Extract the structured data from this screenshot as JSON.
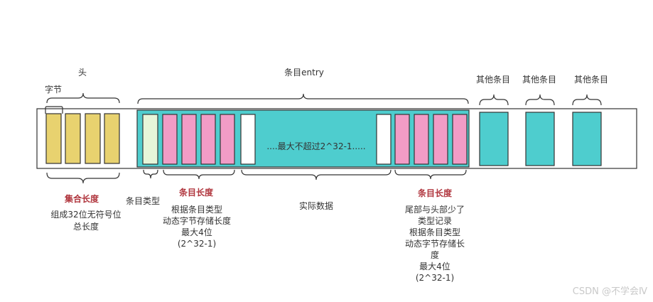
{
  "labels": {
    "head": "头",
    "byte": "字节",
    "entry": "条目entry",
    "other1": "其他条目",
    "other2": "其他条目",
    "other3": "其他条目",
    "inner_text": "....最大不超过2^32-1.....",
    "set_length_title": "集合长度",
    "set_length_desc": [
      "组成32位无符号位",
      "总长度"
    ],
    "entry_type": "条目类型",
    "entry_length_title": "条目长度",
    "entry_length_desc": [
      "根据条目类型",
      "动态字节存储长度",
      "最大4位",
      "(2^32-1)"
    ],
    "actual_data": "实际数据",
    "tail_length_title": "条目长度",
    "tail_length_desc": [
      "尾部与头部少了",
      "类型记录",
      "根据条目类型",
      "动态字节存储长",
      "度",
      "最大4位",
      "(2^32-1)"
    ]
  },
  "watermark": "CSDN @不学会Ⅳ",
  "colors": {
    "yellow": "#e8d26f",
    "teal": "#4ecdce",
    "pink": "#f29cc6",
    "light_green": "#e6f6d9",
    "red_text": "#b0353d",
    "stroke": "#333333"
  }
}
